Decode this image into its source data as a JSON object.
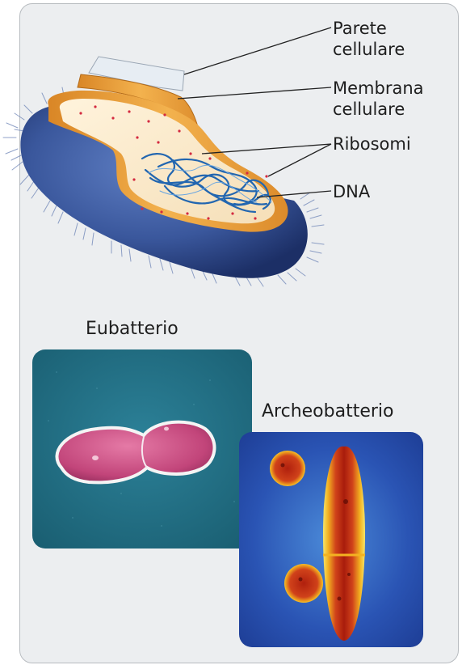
{
  "diagram": {
    "labels": {
      "cell_wall": [
        "Parete",
        "cellulare"
      ],
      "cell_membrane": [
        "Membrana",
        "cellulare"
      ],
      "ribosomes": "Ribosomi",
      "dna": "DNA"
    }
  },
  "photos": {
    "eubacterium": {
      "caption": "Eubatterio",
      "background": "#1f6f86",
      "cell_color": "#c2457a"
    },
    "archaebacterium": {
      "caption": "Archeobatterio",
      "background": "#2a54b4",
      "cell_color": "#d0421a"
    }
  },
  "colors": {
    "panel": "#eceef0",
    "cell_body": "#2f4a8c",
    "membrane": "#e8a040",
    "dna": "#2266b0",
    "ribosome": "#d42a40"
  }
}
